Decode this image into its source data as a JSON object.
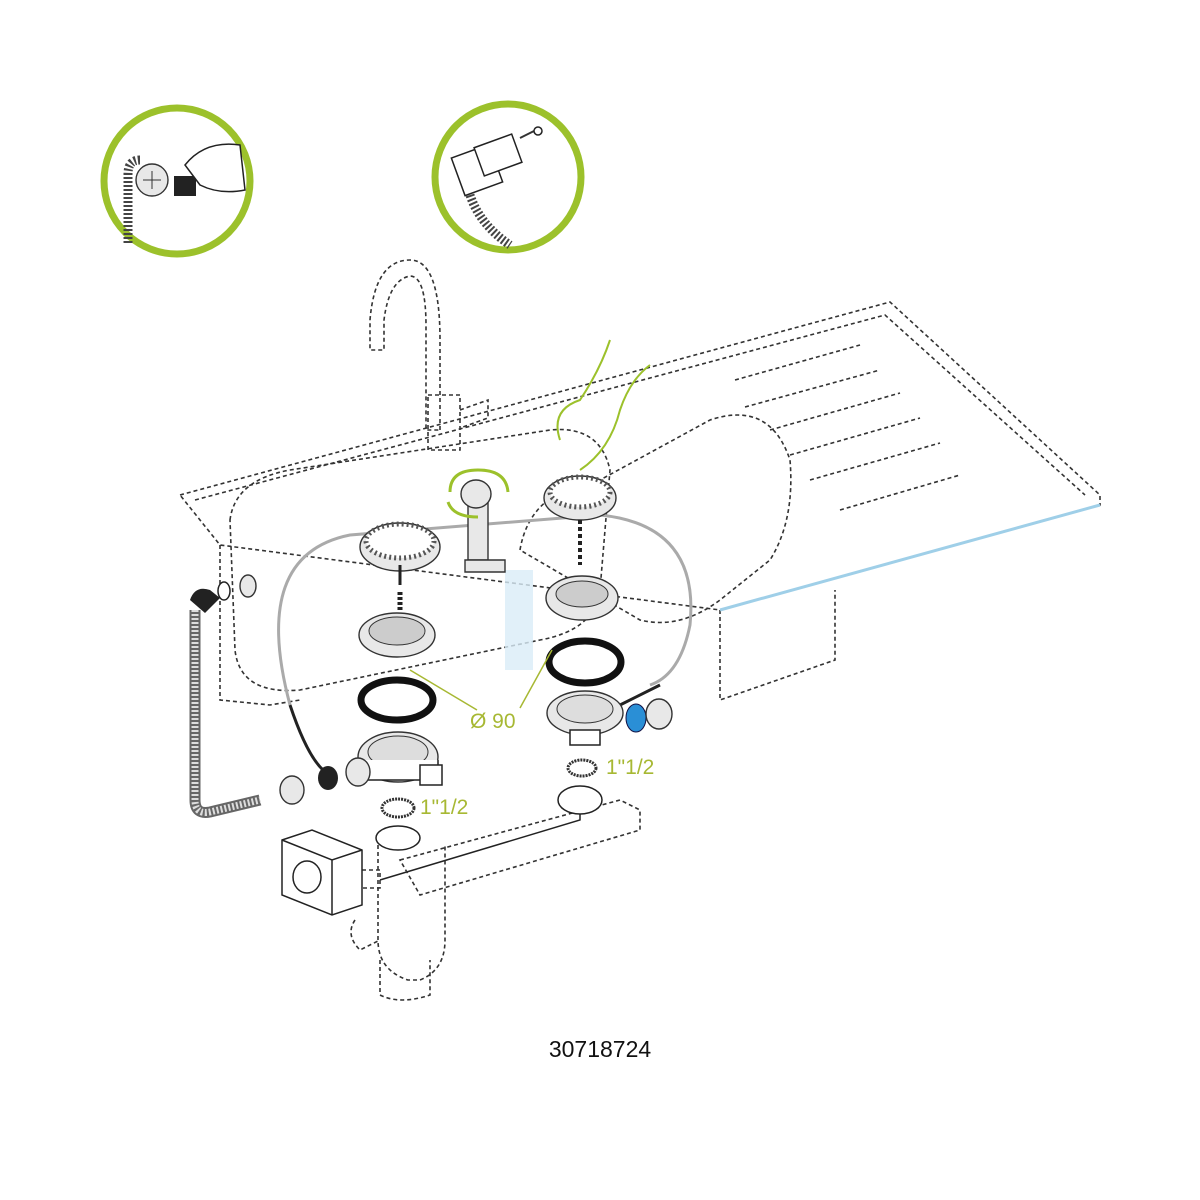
{
  "labels": {
    "diameter": "Ø 90",
    "thread_left": "1\"1/2",
    "thread_right": "1\"1/2"
  },
  "product_code": "30718724",
  "colors": {
    "accent_green": "#9cc12b",
    "label_green": "#a7b833",
    "seal_blue": "#2a8fd6"
  }
}
